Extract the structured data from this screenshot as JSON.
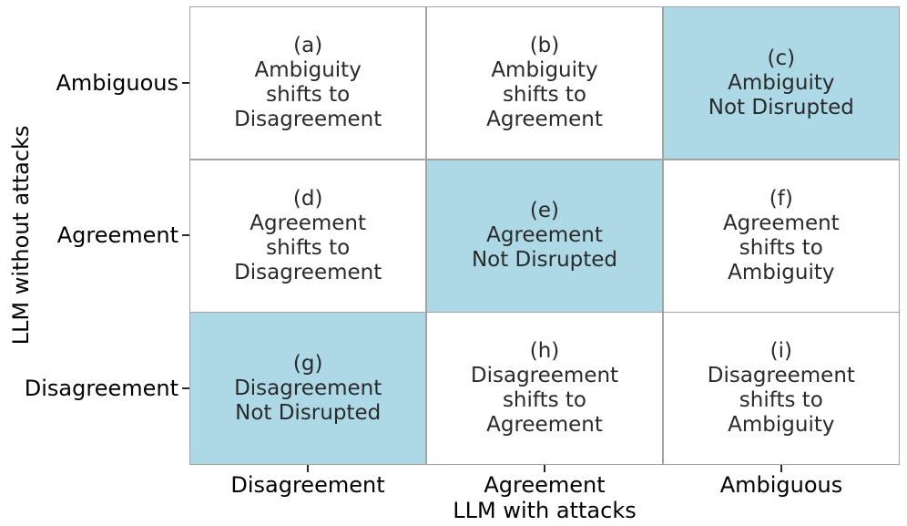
{
  "chart_data": {
    "type": "heatmap",
    "title": "",
    "xlabel": "LLM with attacks",
    "ylabel": "LLM without attacks",
    "x_categories": [
      "Disagreement",
      "Agreement",
      "Ambiguous"
    ],
    "y_categories": [
      "Ambiguous",
      "Agreement",
      "Disagreement"
    ],
    "highlight_color": "#ADD8E6",
    "grid_line_color": "#a3a3a3",
    "cell_text_color": "#2a2a2a",
    "legend_position": "none",
    "cells": [
      {
        "id": "(a)",
        "row": "Ambiguous",
        "col": "Disagreement",
        "label": "(a)\nAmbiguity\nshifts to\nDisagreement",
        "highlighted": false
      },
      {
        "id": "(b)",
        "row": "Ambiguous",
        "col": "Agreement",
        "label": "(b)\nAmbiguity\nshifts to\nAgreement",
        "highlighted": false
      },
      {
        "id": "(c)",
        "row": "Ambiguous",
        "col": "Ambiguous",
        "label": "(c)\nAmbiguity\nNot Disrupted",
        "highlighted": true
      },
      {
        "id": "(d)",
        "row": "Agreement",
        "col": "Disagreement",
        "label": "(d)\nAgreement\nshifts to\nDisagreement",
        "highlighted": false
      },
      {
        "id": "(e)",
        "row": "Agreement",
        "col": "Agreement",
        "label": "(e)\nAgreement\nNot Disrupted",
        "highlighted": true
      },
      {
        "id": "(f)",
        "row": "Agreement",
        "col": "Ambiguous",
        "label": "(f)\nAgreement\nshifts to\nAmbiguity",
        "highlighted": false
      },
      {
        "id": "(g)",
        "row": "Disagreement",
        "col": "Disagreement",
        "label": "(g)\nDisagreement\nNot Disrupted",
        "highlighted": true
      },
      {
        "id": "(h)",
        "row": "Disagreement",
        "col": "Agreement",
        "label": "(h)\nDisagreement\nshifts to\nAgreement",
        "highlighted": false
      },
      {
        "id": "(i)",
        "row": "Disagreement",
        "col": "Ambiguous",
        "label": "(i)\nDisagreement\nshifts to\nAmbiguity",
        "highlighted": false
      }
    ]
  }
}
